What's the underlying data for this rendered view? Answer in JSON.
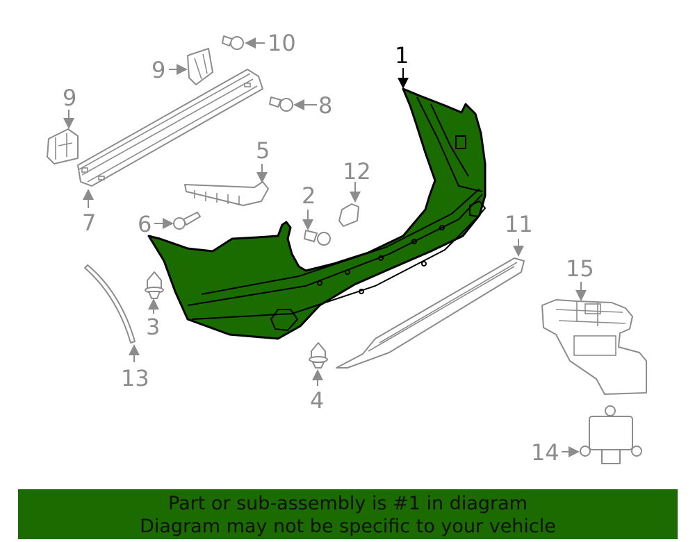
{
  "callouts": {
    "c1": "1",
    "c2": "2",
    "c3": "3",
    "c4": "4",
    "c5": "5",
    "c6": "6",
    "c7": "7",
    "c8": "8",
    "c9a": "9",
    "c9b": "9",
    "c10": "10",
    "c11": "11",
    "c12": "12",
    "c13": "13",
    "c14": "14",
    "c15": "15"
  },
  "banner": {
    "line1": "Part or sub-assembly is #1 in diagram",
    "line2": "Diagram may not be specific to your vehicle"
  },
  "colors": {
    "highlight": "#1a6b00",
    "banner": "#1b6b00",
    "line": "#8c8c8c"
  }
}
